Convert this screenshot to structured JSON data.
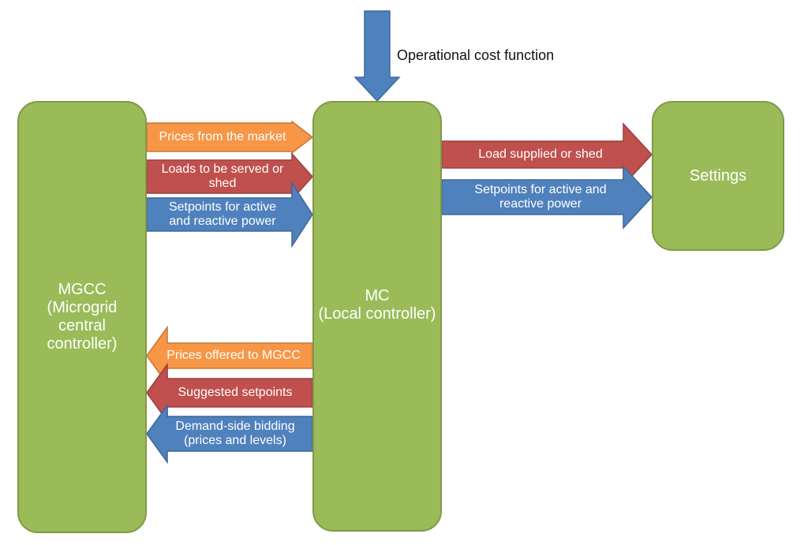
{
  "boxes": {
    "mgcc": "MGCC\n(Microgrid\ncentral\ncontroller)",
    "mc": "MC\n(Local controller)",
    "settings": "Settings"
  },
  "top_input": "Operational cost function",
  "arrows": [
    {
      "id": "a1",
      "label": "Prices from the market",
      "direction": "right",
      "color": "#f79646"
    },
    {
      "id": "a2",
      "label": "Loads to be served or\nshed",
      "direction": "right",
      "color": "#c0504d"
    },
    {
      "id": "a3",
      "label": "Setpoints for active\nand reactive power",
      "direction": "right",
      "color": "#4f81bd"
    },
    {
      "id": "a4",
      "label": "Load supplied or shed",
      "direction": "right",
      "color": "#c0504d"
    },
    {
      "id": "a5",
      "label": "Setpoints for active and\nreactive power",
      "direction": "right",
      "color": "#4f81bd"
    },
    {
      "id": "a6",
      "label": "Prices offered to MGCC",
      "direction": "left",
      "color": "#f79646"
    },
    {
      "id": "a7",
      "label": "Suggested setpoints",
      "direction": "left",
      "color": "#c0504d"
    },
    {
      "id": "a8",
      "label": "Demand-side bidding\n(prices and levels)",
      "direction": "left",
      "color": "#4f81bd"
    }
  ],
  "down_arrow_color": "#4f81bd",
  "box_color": "#9bbb59"
}
